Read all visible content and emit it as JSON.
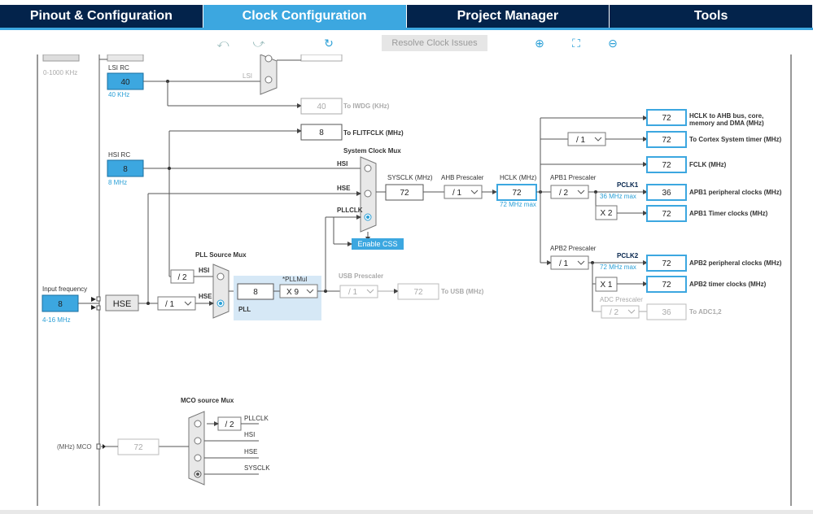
{
  "tabs": [
    "Pinout & Configuration",
    "Clock Configuration",
    "Project Manager",
    "Tools"
  ],
  "toolbar": {
    "resolve_label": "Resolve Clock Issues",
    "icons": [
      "undo-icon",
      "redo-icon",
      "reset-icon",
      "zoom-in-icon",
      "fit-icon",
      "zoom-out-icon"
    ]
  },
  "lse": {
    "range": "0-1000 KHz"
  },
  "lsi": {
    "title": "LSI RC",
    "value": "40",
    "freq": "40 KHz",
    "mux_label": "LSI"
  },
  "iwdg": {
    "value": "40",
    "label": "To IWDG (KHz)"
  },
  "flit": {
    "value": "8",
    "label": "To FLITFCLK (MHz)"
  },
  "hsi": {
    "title": "HSI RC",
    "value": "8",
    "freq": "8 MHz"
  },
  "sysmux": {
    "title": "System Clock Mux",
    "hsi": "HSI",
    "hse": "HSE",
    "pllclk": "PLLCLK",
    "css": "Enable CSS"
  },
  "sysclk": {
    "label": "SYSCLK (MHz)",
    "value": "72"
  },
  "ahb": {
    "label": "AHB Prescaler",
    "value": "/ 1"
  },
  "hclk": {
    "label": "HCLK (MHz)",
    "value": "72",
    "max": "72 MHz max"
  },
  "apb1": {
    "label": "APB1 Prescaler",
    "value": "/ 2",
    "pclk": "PCLK1",
    "max": "36 MHz max",
    "mult": "X 2"
  },
  "apb2": {
    "label": "APB2 Prescaler",
    "value": "/ 1",
    "pclk": "PCLK2",
    "max": "72 MHz max",
    "mult": "X 1"
  },
  "adc": {
    "label": "ADC Prescaler",
    "value": "/ 2",
    "out": "36",
    "out_label": "To ADC1,2"
  },
  "cortex_div": "/ 1",
  "outputs": [
    {
      "value": "72",
      "label1": "HCLK to AHB bus, core,",
      "label2": "memory and DMA (MHz)"
    },
    {
      "value": "72",
      "label1": "To Cortex System timer (MHz)"
    },
    {
      "value": "72",
      "label1": "FCLK (MHz)"
    },
    {
      "value": "36",
      "label1": "APB1 peripheral clocks (MHz)"
    },
    {
      "value": "72",
      "label1": "APB1 Timer clocks (MHz)"
    },
    {
      "value": "72",
      "label1": "APB2 peripheral clocks (MHz)"
    },
    {
      "value": "72",
      "label1": "APB2 timer clocks (MHz)"
    }
  ],
  "pllsrc": {
    "title": "PLL Source Mux",
    "hsi": "HSI",
    "hse": "HSE",
    "hsi_div": "/ 2",
    "hse_div": "/ 1"
  },
  "pll": {
    "value": "8",
    "mul_label": "*PLLMul",
    "mul": "X 9",
    "label": "PLL"
  },
  "usb": {
    "label": "USB Prescaler",
    "value": "/ 1",
    "out": "72",
    "out_label": "To USB (MHz)"
  },
  "input": {
    "label": "Input frequency",
    "value": "8",
    "range": "4-16 MHz",
    "hse": "HSE"
  },
  "mco": {
    "title": "MCO source Mux",
    "label": "(MHz) MCO",
    "value": "72",
    "div": "/ 2",
    "opts": [
      "PLLCLK",
      "HSI",
      "HSE",
      "SYSCLK"
    ]
  }
}
